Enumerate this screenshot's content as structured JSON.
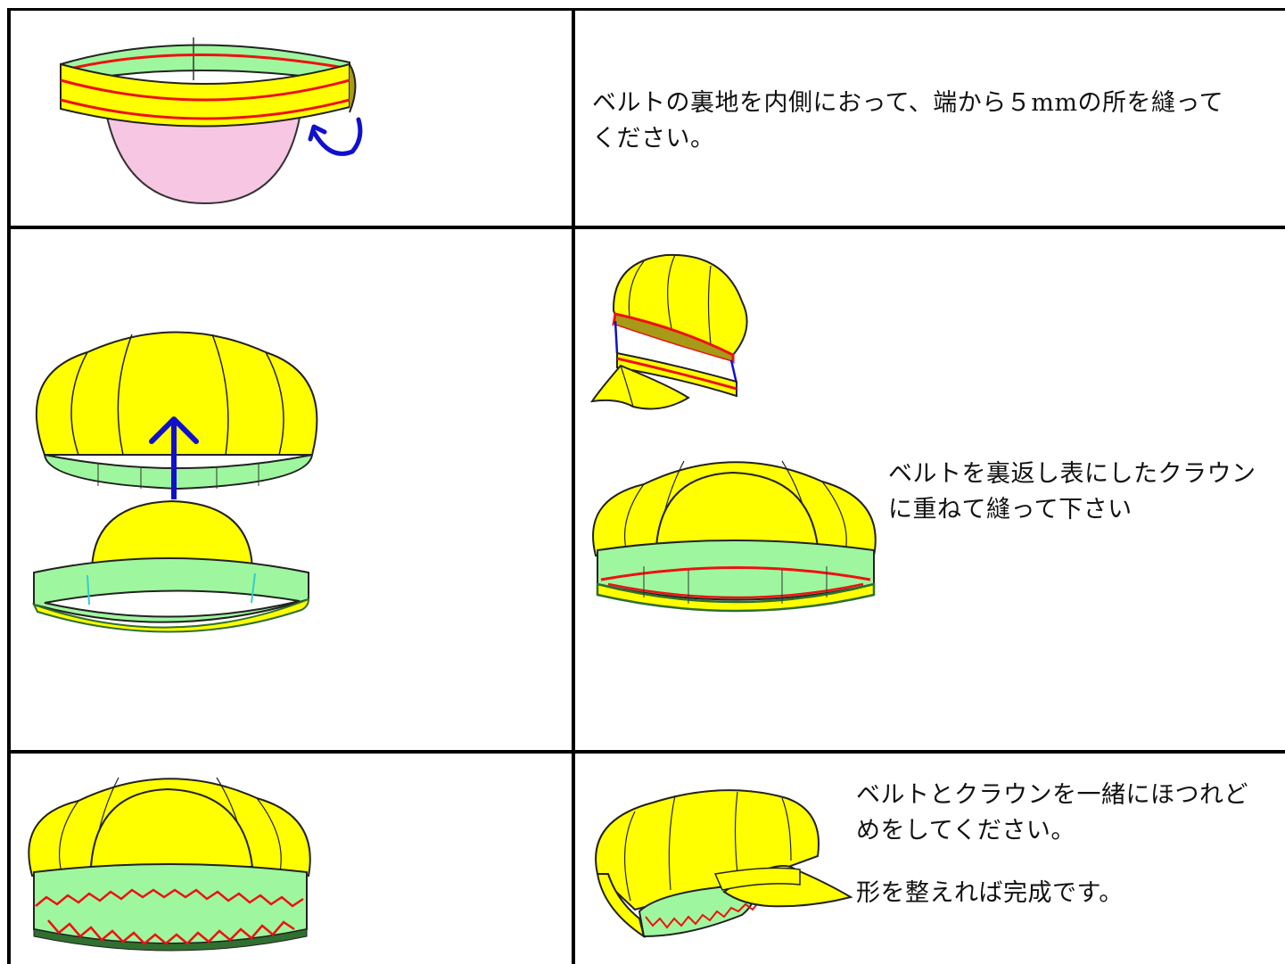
{
  "steps": {
    "step1": {
      "text_line1": "ベルトの裏地を内側におって、端から５mmの所を縫って",
      "text_line2": "ください。"
    },
    "step2": {
      "text_line1": "ベルトを裏返し表にしたクラウン",
      "text_line2": "に重ねて縫って下さい"
    },
    "step3": {
      "text_line1": "ベルトとクラウンを一緒にほつれど",
      "text_line2": "めをしてください。",
      "text_line3": "形を整えれば完成です。"
    }
  },
  "colors": {
    "yellow": "#ffff00",
    "green": "#9ef79e",
    "pink": "#f7c6e2",
    "red": "#ee1111",
    "blue": "#1010cc",
    "dark_green": "#2f6f2f",
    "olive": "#a79a16"
  }
}
